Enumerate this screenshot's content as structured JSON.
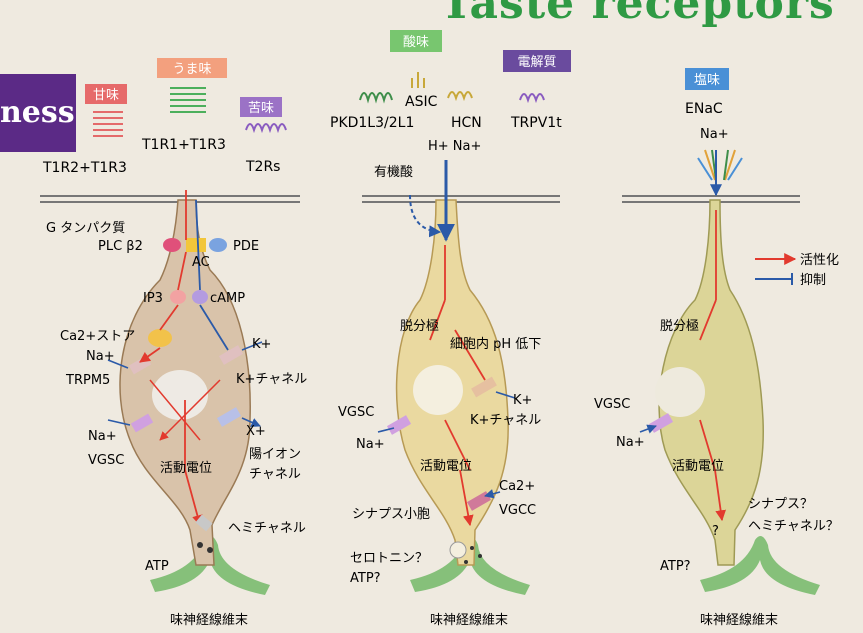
{
  "header": {
    "title": "Taste receptors",
    "side_tab": "ness"
  },
  "taste_badges": {
    "sweet": "甘味",
    "umami": "うま味",
    "bitter": "苦味",
    "sour": "酸味",
    "electrolyte": "電解質",
    "salty": "塩味"
  },
  "receptors": {
    "t1r2_t1r3": "T1R2+T1R3",
    "t1r1_t1r3": "T1R1+T1R3",
    "t2rs": "T2Rs",
    "asic": "ASIC",
    "pkd": "PKD1L3/2L1",
    "hcn": "HCN",
    "trpv1t": "TRPV1t",
    "enac": "ENaC"
  },
  "legend": {
    "activate": "活性化",
    "inhibit": "抑制"
  },
  "cell1": {
    "g_protein": "G タンパク質",
    "plc": "PLC β2",
    "pde": "PDE",
    "ac": "AC",
    "ip3": "IP3",
    "camp": "cAMP",
    "ca_store": "Ca2+ストア",
    "na1": "Na+",
    "trpm5": "TRPM5",
    "k_plus": "K+",
    "k_channel": "K+チャネル",
    "na2": "Na+",
    "x_plus": "X+",
    "vgsc": "VGSC",
    "cation_channel_1": "陽イオン",
    "cation_channel_2": "チャネル",
    "action_potential": "活動電位",
    "hemichannel": "ヘミチャネル",
    "atp": "ATP",
    "nerve": "味神経線維末"
  },
  "cell2": {
    "h_na": "H+  Na+",
    "organic_acid": "有機酸",
    "depolarization": "脱分極",
    "ph_drop": "細胞内 pH 低下",
    "k_plus": "K+",
    "k_channel": "K+チャネル",
    "vgsc": "VGSC",
    "na": "Na+",
    "action_potential": "活動電位",
    "ca": "Ca2+",
    "vgcc": "VGCC",
    "vesicle": "シナプス小胞",
    "serotonin": "セロトニン？",
    "atp": "ATP?",
    "nerve": "味神経線維末"
  },
  "cell3": {
    "na_top": "Na+",
    "depolarization": "脱分極",
    "vgsc": "VGSC",
    "na": "Na+",
    "action_potential": "活動電位",
    "synapse": "シナプス？",
    "hemichannel": "ヘミチャネル？",
    "atp": "ATP?",
    "question": "?",
    "nerve": "味神経線維末"
  },
  "colors": {
    "cell_fill": "#ead9a0",
    "activate": "#e23a2e",
    "inhibit": "#2b5aa8",
    "nerve": "#86c07a",
    "title": "#2f9a44",
    "tab": "#5b2a86"
  },
  "icons": [
    "receptor-icon",
    "membrane-channel-icon",
    "vesicle-icon",
    "nucleus-icon"
  ]
}
